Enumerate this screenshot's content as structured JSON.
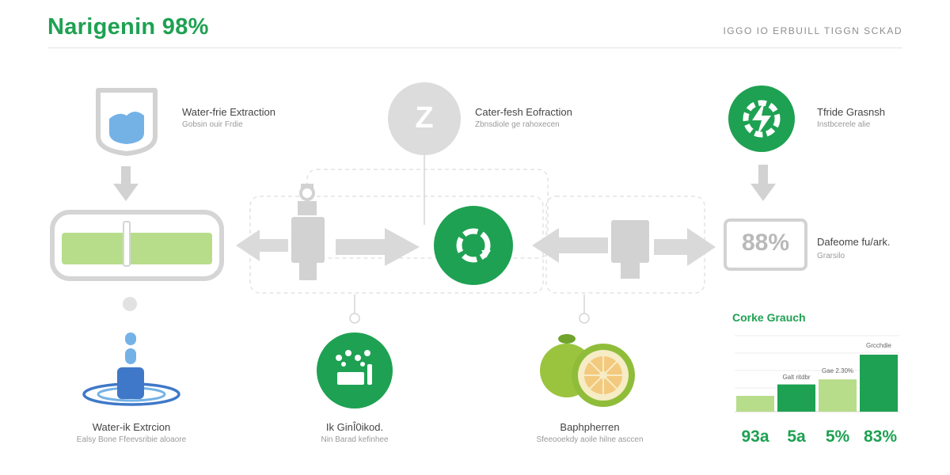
{
  "header": {
    "title": "Narigenin 98%",
    "right_text": "IGGO IO ERBUILL TIGGN SCKAD"
  },
  "steps": {
    "top_left": {
      "label": "Water-frie Extraction",
      "sub": "Gobsin ouir Frdie"
    },
    "top_center": {
      "icon_letter": "Z",
      "label": "Cater-fesh Eofraction",
      "sub": "Zbnsdiole ge rahoxecen"
    },
    "top_right": {
      "label": "Tfride Grasnsh",
      "sub": "Instbcerele alie"
    },
    "mid_right": {
      "display": "88%",
      "label": "Dafeome fu/ark.",
      "sub": "Grarsilo"
    },
    "bottom_1": {
      "label": "Water-ik Extrcion",
      "sub": "Ealsy Bone Ffeevsribie aloaore"
    },
    "bottom_2": {
      "label": "Ik GinÎ0ikod.",
      "sub": "Nin Barad kefinhee"
    },
    "bottom_3": {
      "label": "Baphpherren",
      "sub": "Sfeeooekdy aoile hilne asccen"
    }
  },
  "bar_chart": {
    "title": "Corke Grauch",
    "bars": [
      {
        "top_label": "",
        "value": 0.25,
        "color": "#b7dd8b",
        "pct": "93a"
      },
      {
        "top_label": "Galt ritdbr",
        "value": 0.43,
        "color": "#1ea152",
        "pct": "5a"
      },
      {
        "top_label": "Gae 2.30%",
        "value": 0.51,
        "color": "#b7dd8b",
        "pct": "5%"
      },
      {
        "top_label": "Grcchdie",
        "value": 0.9,
        "color": "#1ea152",
        "pct": "83%"
      }
    ]
  },
  "colors": {
    "accent": "#1ea152",
    "light_green": "#b7dd8b",
    "gray": "#d2d2d2",
    "blue": "#3f78c8",
    "light_blue": "#74b2e6"
  },
  "icons": [
    "beaker-icon",
    "z-circle-icon",
    "gear-lightning-icon",
    "down-arrow-icon",
    "tank-icon",
    "pipe-icon",
    "left-arrow-icon",
    "right-arrow-icon",
    "recycle-circle-icon",
    "display-icon",
    "water-drop-icon",
    "crystals-circle-icon",
    "pomelo-icon",
    "bar-chart-icon"
  ]
}
